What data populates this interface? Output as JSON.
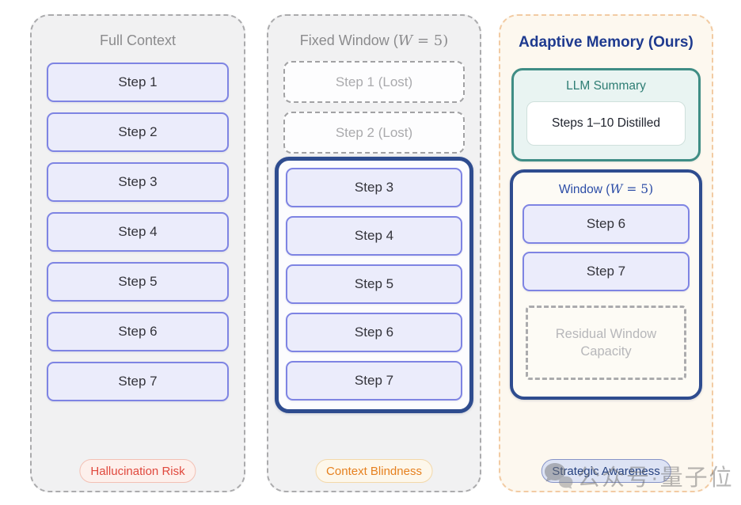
{
  "panels": [
    {
      "id": "full-context",
      "title": "Full Context",
      "steps": [
        "Step 1",
        "Step 2",
        "Step 3",
        "Step 4",
        "Step 5",
        "Step 6",
        "Step 7"
      ],
      "badge_label": "Hallucination Risk"
    },
    {
      "id": "fixed-window",
      "title_pre": "Fixed Window (",
      "title_var": "W",
      "title_post": " = 5)",
      "lost_steps": [
        "Step 1 (Lost)",
        "Step 2 (Lost)"
      ],
      "window_steps": [
        "Step 3",
        "Step 4",
        "Step 5",
        "Step 6",
        "Step 7"
      ],
      "badge_label": "Context Blindness"
    },
    {
      "id": "adaptive-memory",
      "title": "Adaptive Memory (Ours)",
      "summary": {
        "label": "LLM Summary",
        "content": "Steps 1–10 Distilled"
      },
      "window": {
        "label_pre": "Window (",
        "label_var": "W",
        "label_post": " = 5)",
        "steps": [
          "Step 6",
          "Step 7"
        ],
        "residual": "Residual Window Capacity"
      },
      "badge_label": "Strategic Awareness"
    }
  ],
  "watermark": {
    "icon": "chat-bubbles-icon",
    "text": "公众号·量子位"
  },
  "colors": {
    "panel_gray_bg": "#f1f1f2",
    "panel_gray_border": "#ababad",
    "panel_cream_bg": "#fdf8ef",
    "panel_cream_border": "#f2cba3",
    "step_fill": "#ebecfb",
    "step_border": "#7e84e3",
    "navy": "#2e4c8f",
    "teal_border": "#3f8d85",
    "teal_bg": "#e9f4f2",
    "teal_text": "#2e7d74",
    "title_gray": "#8b8b8d",
    "title_navy": "#1e3a8f",
    "window_label_blue": "#2b4ca6",
    "badge_risk_text": "#e0483d",
    "badge_blind_text": "#e6801f",
    "badge_strategic_text": "#24407f"
  }
}
